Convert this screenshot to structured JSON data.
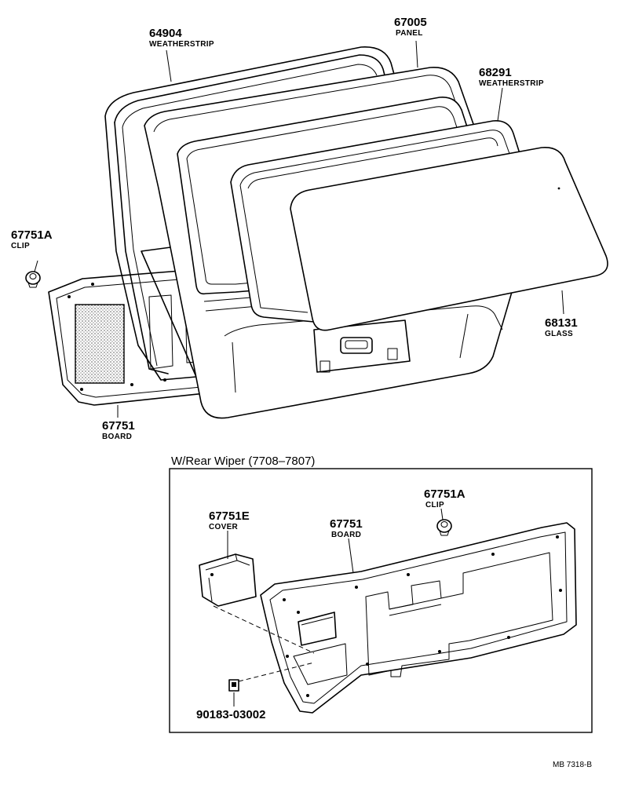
{
  "diagram": {
    "parts": {
      "weatherstrip_outer": {
        "number": "64904",
        "name": "WEATHERSTRIP"
      },
      "panel": {
        "number": "67005",
        "name": "PANEL"
      },
      "weatherstrip_glass": {
        "number": "68291",
        "name": "WEATHERSTRIP"
      },
      "glass": {
        "number": "68131",
        "name": "GLASS"
      },
      "clip_top": {
        "number": "67751A",
        "name": "CLIP"
      },
      "board_top": {
        "number": "67751",
        "name": "BOARD"
      }
    },
    "inset": {
      "title": "W/Rear Wiper (7708–7807)",
      "parts": {
        "cover": {
          "number": "67751E",
          "name": "COVER"
        },
        "board": {
          "number": "67751",
          "name": "BOARD"
        },
        "clip": {
          "number": "67751A",
          "name": "CLIP"
        },
        "fastener": {
          "number": "90183-03002"
        }
      }
    },
    "drawing_code": "MB 7318-B"
  }
}
